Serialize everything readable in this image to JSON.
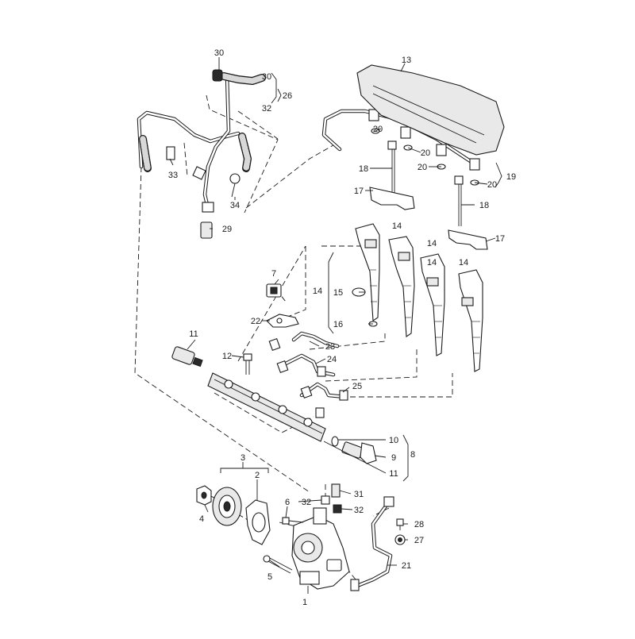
{
  "diagram": {
    "callouts": {
      "c1": "1",
      "c2": "2",
      "c3": "3",
      "c4": "4",
      "c5": "5",
      "c6": "6",
      "c7": "7",
      "c8": "8",
      "c9": "9",
      "c10": "10",
      "c11a": "11",
      "c11b": "11",
      "c12": "12",
      "c13": "13",
      "c14a": "14",
      "c14b": "14",
      "c14c": "14",
      "c14d": "14",
      "c14e": "14",
      "c15": "15",
      "c16": "16",
      "c17a": "17",
      "c17b": "17",
      "c18a": "18",
      "c18b": "18",
      "c19": "19",
      "c20a": "20",
      "c20b": "20",
      "c20c": "20",
      "c20d": "20",
      "c21": "21",
      "c22": "22",
      "c23": "23",
      "c24": "24",
      "c25": "25",
      "c26": "26",
      "c27": "27",
      "c28": "28",
      "c29": "29",
      "c30a": "30",
      "c30b": "30",
      "c31": "31",
      "c32a": "32",
      "c32b": "32",
      "c32c": "32",
      "c33": "33",
      "c34": "34"
    }
  }
}
